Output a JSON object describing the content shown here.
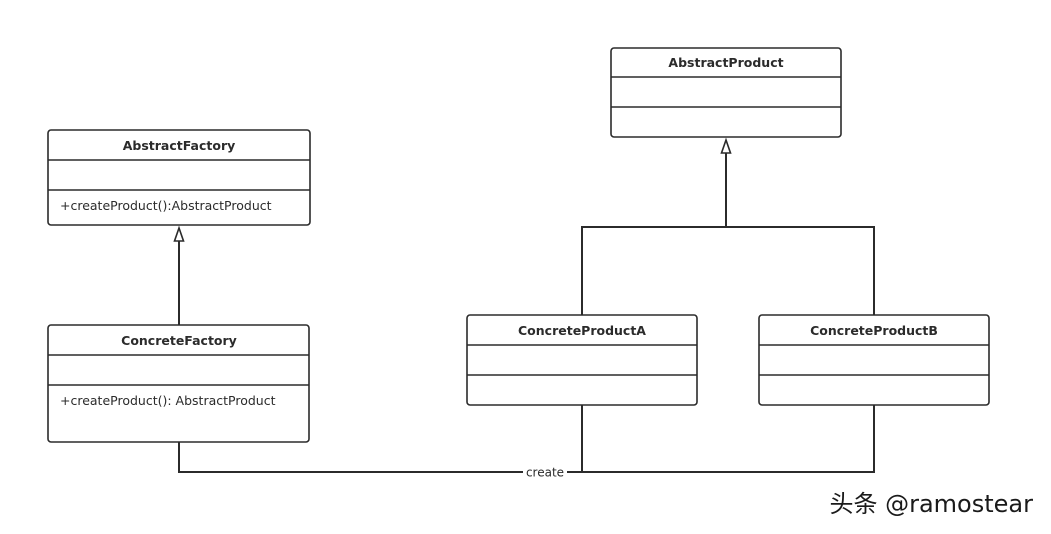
{
  "diagram": {
    "classes": {
      "abstract_factory": {
        "name": "AbstractFactory",
        "attributes": "",
        "operations": "+createProduct():AbstractProduct"
      },
      "concrete_factory": {
        "name": "ConcreteFactory",
        "attributes": "",
        "operations": "+createProduct(): AbstractProduct"
      },
      "abstract_product": {
        "name": "AbstractProduct",
        "attributes": "",
        "operations": ""
      },
      "concrete_product_a": {
        "name": "ConcreteProductA",
        "attributes": "",
        "operations": ""
      },
      "concrete_product_b": {
        "name": "ConcreteProductB",
        "attributes": "",
        "operations": ""
      }
    },
    "relations": {
      "factory_inheritance": {
        "type": "generalization",
        "from": "ConcreteFactory",
        "to": "AbstractFactory"
      },
      "product_inheritance": {
        "type": "generalization",
        "from": [
          "ConcreteProductA",
          "ConcreteProductB"
        ],
        "to": "AbstractProduct"
      },
      "create": {
        "type": "dependency",
        "from": "ConcreteFactory",
        "to": [
          "ConcreteProductA",
          "ConcreteProductB"
        ],
        "label": "create"
      }
    },
    "watermark": "头条 @ramostear"
  }
}
